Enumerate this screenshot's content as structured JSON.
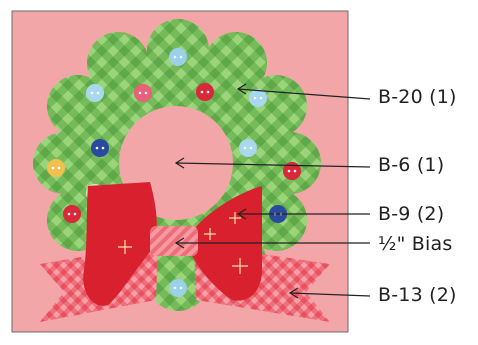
{
  "colors": {
    "background_square": "#f3a6a8",
    "square_border": "#6b6b6b",
    "wreath_green": "#5fa84a",
    "wreath_green_light": "#8ccf6a",
    "bow_red": "#d8202e",
    "bias_pink": "#f07a82",
    "ribbon_pink": "#e85a6a",
    "leader_line": "#222222"
  },
  "labels": [
    {
      "id": "b20",
      "text": "B-20 (1)"
    },
    {
      "id": "b6",
      "text": "B-6 (1)"
    },
    {
      "id": "b9",
      "text": "B-9 (2)"
    },
    {
      "id": "bias",
      "text": "½\" Bias"
    },
    {
      "id": "b13",
      "text": "B-13 (2)"
    }
  ],
  "button_colors": [
    "#9ad0e8",
    "#e8607a",
    "#d8283a",
    "#2a4aa0",
    "#f0c050",
    "#e8e0c8"
  ]
}
